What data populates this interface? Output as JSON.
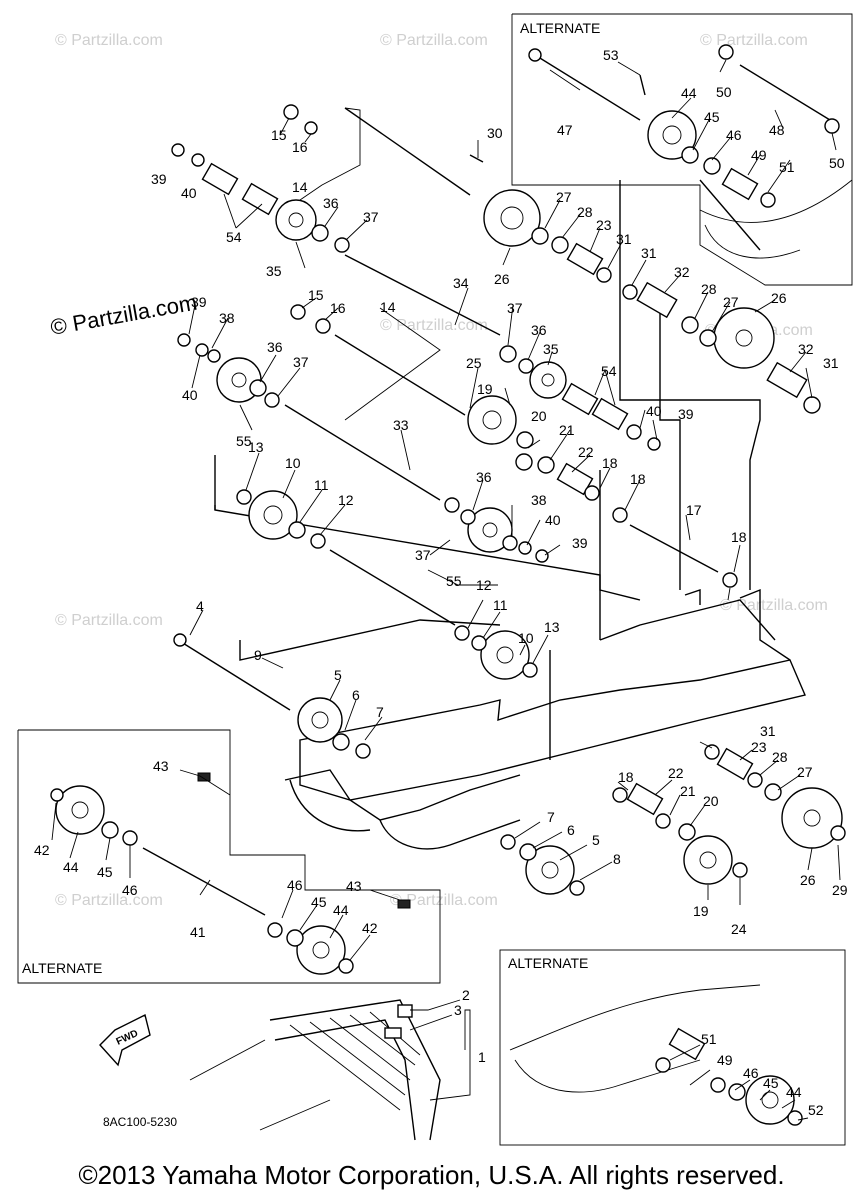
{
  "watermarks": [
    "© Partzilla.com",
    "© Partzilla.com",
    "© Partzilla.com",
    "© Partzilla.com",
    "© Partzilla.com",
    "© Partzilla.com",
    "© Partzilla.com",
    "© Partzilla.com",
    "© Partzilla.com"
  ],
  "watermark_main": "© Partzilla.com",
  "alternate_label": "ALTERNATE",
  "fwd_label": "FWD",
  "diagram_code": "8AC100-5230",
  "copyright": "©2013 Yamaha Motor Corporation, U.S.A. All rights reserved.",
  "callouts": [
    "53",
    "44",
    "45",
    "46",
    "47",
    "48",
    "49",
    "50",
    "50",
    "51",
    "30",
    "15",
    "16",
    "39",
    "40",
    "14",
    "36",
    "37",
    "54",
    "35",
    "26",
    "27",
    "28",
    "23",
    "31",
    "31",
    "32",
    "28",
    "27",
    "26",
    "32",
    "31",
    "39",
    "38",
    "15",
    "16",
    "14",
    "34",
    "37",
    "36",
    "35",
    "54",
    "40",
    "39",
    "36",
    "37",
    "40",
    "55",
    "25",
    "19",
    "20",
    "21",
    "22",
    "18",
    "18",
    "33",
    "13",
    "10",
    "11",
    "12",
    "36",
    "38",
    "40",
    "39",
    "37",
    "55",
    "17",
    "18",
    "12",
    "11",
    "10",
    "13",
    "4",
    "9",
    "5",
    "6",
    "7",
    "43",
    "42",
    "44",
    "45",
    "46",
    "41",
    "46",
    "45",
    "44",
    "42",
    "43",
    "7",
    "6",
    "5",
    "8",
    "31",
    "23",
    "28",
    "27",
    "18",
    "22",
    "21",
    "20",
    "19",
    "24",
    "26",
    "29",
    "2",
    "3",
    "1",
    "51",
    "49",
    "46",
    "45",
    "44",
    "52"
  ]
}
